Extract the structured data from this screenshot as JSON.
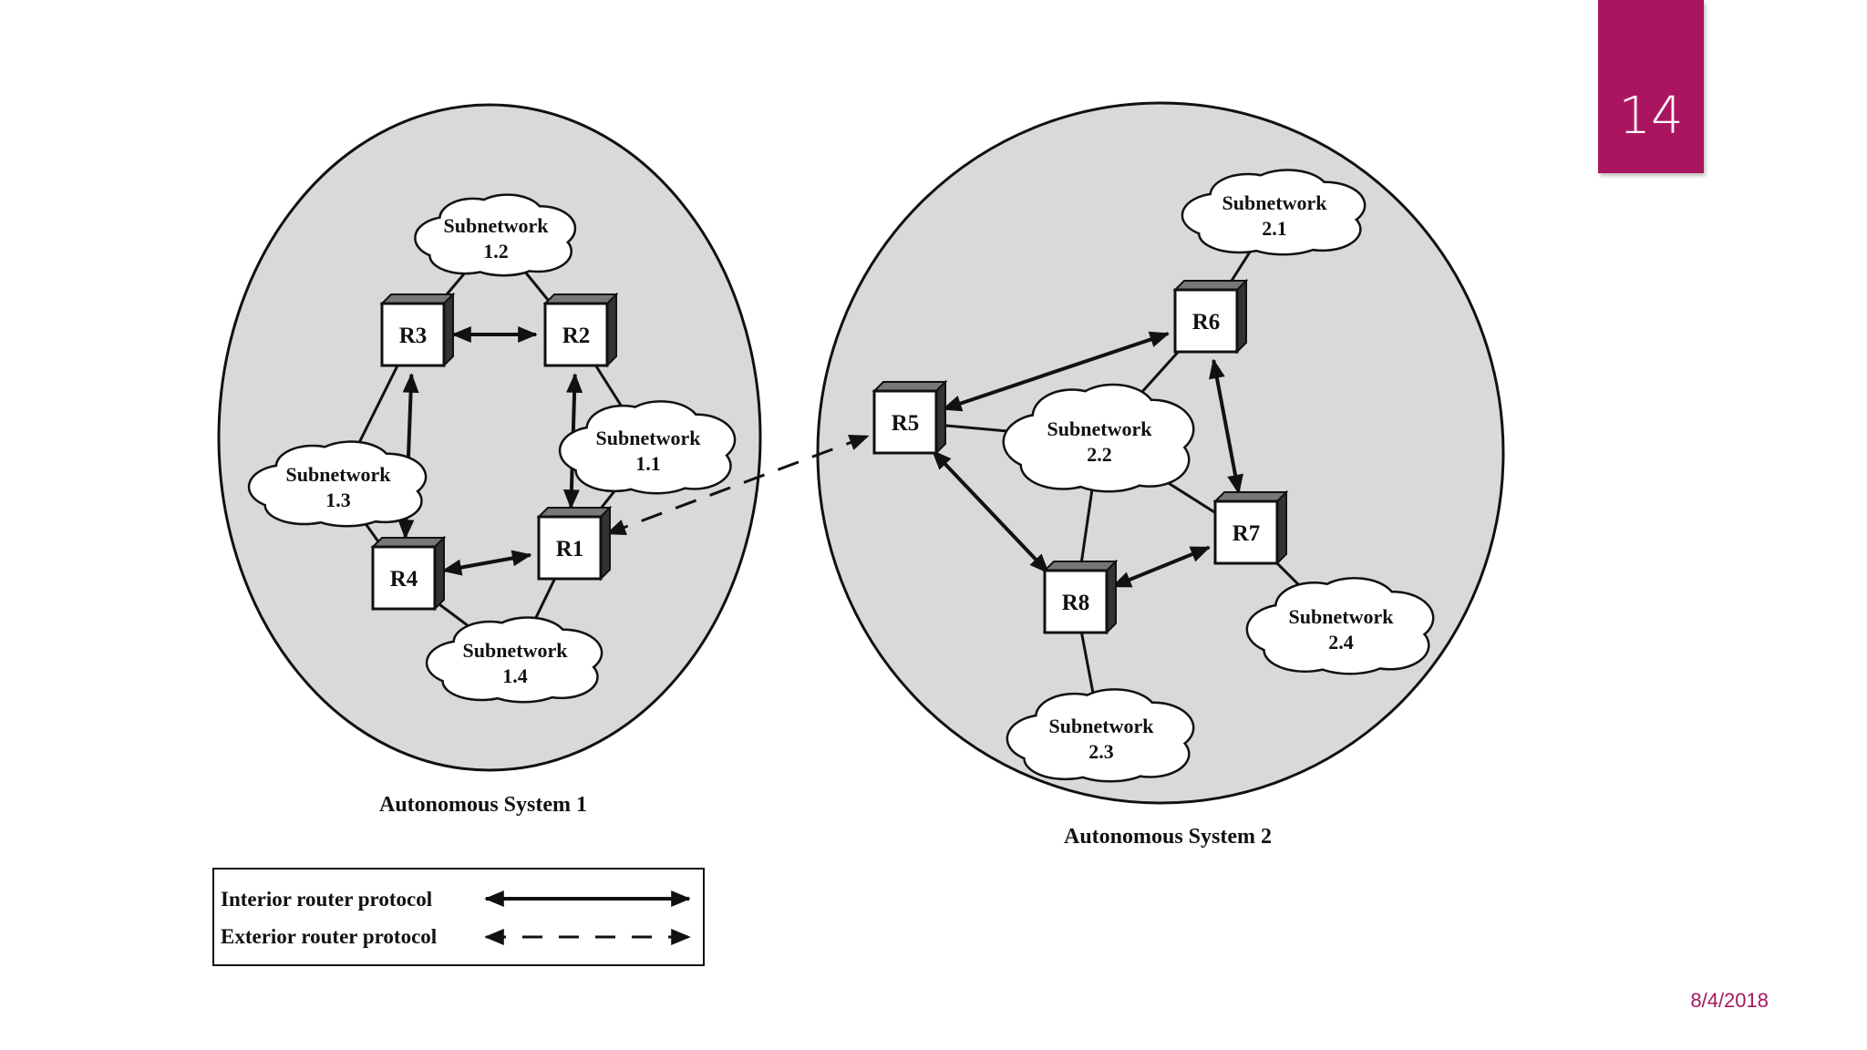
{
  "slide": {
    "page_number": "14",
    "date": "8/4/2018"
  },
  "colors": {
    "accent": "#ab1560",
    "system_fill": "#d9d8db",
    "cloud_fill": "#ffffff",
    "line": "#111111"
  },
  "systems": [
    {
      "id": "as1",
      "label": "Autonomous System 1"
    },
    {
      "id": "as2",
      "label": "Autonomous System 2"
    }
  ],
  "routers": [
    {
      "id": "R1",
      "label": "R1"
    },
    {
      "id": "R2",
      "label": "R2"
    },
    {
      "id": "R3",
      "label": "R3"
    },
    {
      "id": "R4",
      "label": "R4"
    },
    {
      "id": "R5",
      "label": "R5"
    },
    {
      "id": "R6",
      "label": "R6"
    },
    {
      "id": "R7",
      "label": "R7"
    },
    {
      "id": "R8",
      "label": "R8"
    }
  ],
  "subnetworks": [
    {
      "id": "s1_1",
      "title": "Subnetwork",
      "number": "1.1"
    },
    {
      "id": "s1_2",
      "title": "Subnetwork",
      "number": "1.2"
    },
    {
      "id": "s1_3",
      "title": "Subnetwork",
      "number": "1.3"
    },
    {
      "id": "s1_4",
      "title": "Subnetwork",
      "number": "1.4"
    },
    {
      "id": "s2_1",
      "title": "Subnetwork",
      "number": "2.1"
    },
    {
      "id": "s2_2",
      "title": "Subnetwork",
      "number": "2.2"
    },
    {
      "id": "s2_3",
      "title": "Subnetwork",
      "number": "2.3"
    },
    {
      "id": "s2_4",
      "title": "Subnetwork",
      "number": "2.4"
    }
  ],
  "links": {
    "interior": [
      [
        "R3",
        "R2"
      ],
      [
        "R3",
        "R4"
      ],
      [
        "R2",
        "R1"
      ],
      [
        "R4",
        "R1"
      ],
      [
        "R5",
        "R6"
      ],
      [
        "R5",
        "R8"
      ],
      [
        "R6",
        "R7"
      ],
      [
        "R8",
        "R7"
      ]
    ],
    "exterior": [
      [
        "R1",
        "R5"
      ]
    ],
    "attachments": [
      [
        "s1_2",
        "R3"
      ],
      [
        "s1_2",
        "R2"
      ],
      [
        "s1_3",
        "R3"
      ],
      [
        "s1_3",
        "R4"
      ],
      [
        "s1_1",
        "R2"
      ],
      [
        "s1_1",
        "R1"
      ],
      [
        "s1_4",
        "R4"
      ],
      [
        "s1_4",
        "R1"
      ],
      [
        "s2_1",
        "R6"
      ],
      [
        "s2_2",
        "R5"
      ],
      [
        "s2_2",
        "R6"
      ],
      [
        "s2_2",
        "R7"
      ],
      [
        "s2_2",
        "R8"
      ],
      [
        "s2_3",
        "R8"
      ],
      [
        "s2_4",
        "R7"
      ]
    ]
  },
  "legend": {
    "interior_label": "Interior router protocol",
    "exterior_label": "Exterior router protocol"
  }
}
